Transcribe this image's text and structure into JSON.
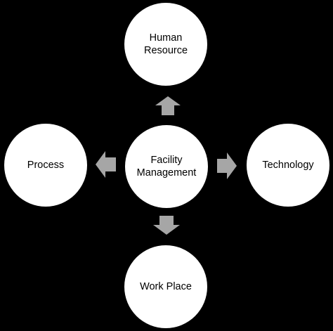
{
  "nodes": {
    "human_resource": {
      "lines": [
        "Human",
        "Resource"
      ]
    },
    "facility_management": {
      "lines": [
        "Facility",
        "Management"
      ]
    },
    "process": {
      "lines": [
        "Process"
      ]
    },
    "technology": {
      "lines": [
        "Technology"
      ]
    },
    "work_place": {
      "lines": [
        "Work Place"
      ]
    }
  },
  "colors": {
    "background": "#000000",
    "node_fill": "#ffffff",
    "arrow_fill": "#a6a6a6",
    "text": "#000000"
  }
}
